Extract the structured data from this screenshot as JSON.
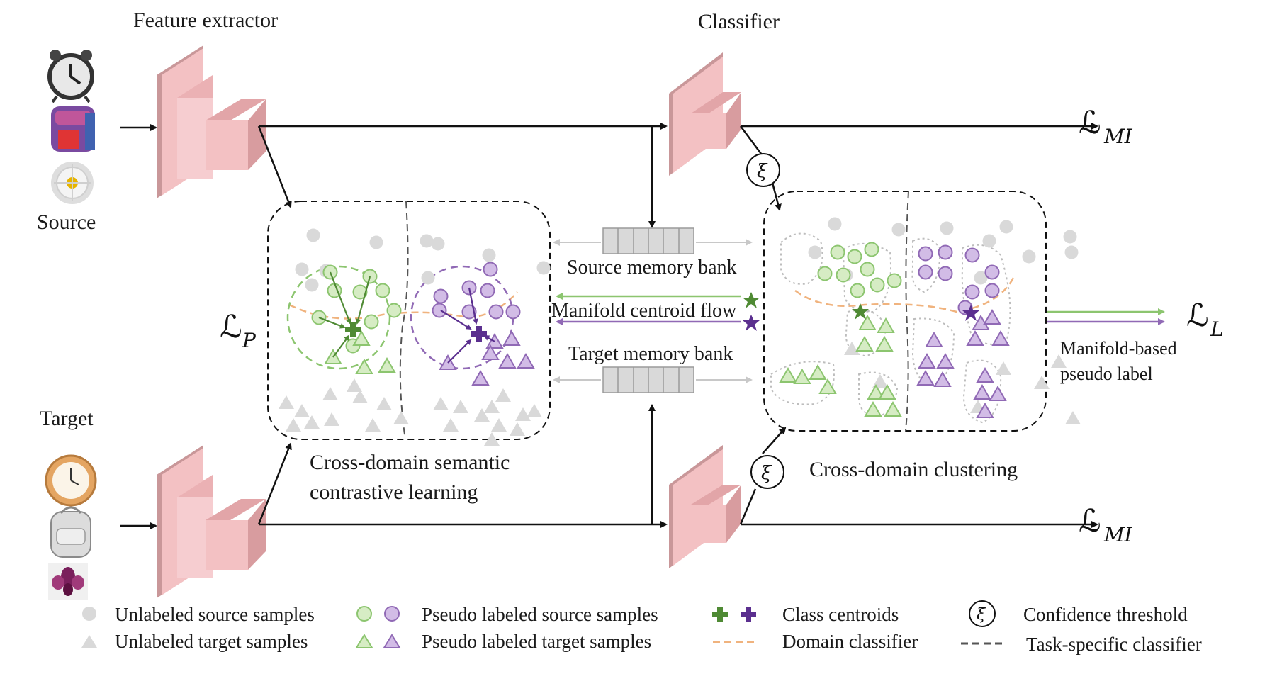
{
  "labels": {
    "feature_extractor": "Feature extractor",
    "classifier": "Classifier",
    "source": "Source",
    "target": "Target",
    "source_memory_bank": "Source memory bank",
    "target_memory_bank": "Target memory bank",
    "manifold_centroid_flow": "Manifold centroid flow",
    "cdscl_line1": "Cross-domain semantic",
    "cdscl_line2": "contrastive learning",
    "cdc": "Cross-domain clustering",
    "manifold_label_line1": "Manifold-based",
    "manifold_label_line2": "pseudo label",
    "xi": "ξ"
  },
  "losses": {
    "l_mi_top": {
      "main": "ℒ",
      "sub": "MI"
    },
    "l_mi_bottom": {
      "main": "ℒ",
      "sub": "MI"
    },
    "l_p": {
      "main": "ℒ",
      "sub": "P"
    },
    "l_l": {
      "main": "ℒ",
      "sub": "L"
    }
  },
  "legend": {
    "unlabeled_source": "Unlabeled source samples",
    "unlabeled_target": "Unlabeled target samples",
    "pseudo_source": "Pseudo labeled source samples",
    "pseudo_target": "Pseudo labeled target samples",
    "class_centroids": "Class centroids",
    "domain_classifier": "Domain classifier",
    "confidence_threshold": "Confidence threshold",
    "task_classifier": "Task-specific classifier"
  },
  "colors": {
    "green_fill": "#d6ecc4",
    "green_stroke": "#8cc56f",
    "green_dark": "#4f8a34",
    "purple_fill": "#d2bce6",
    "purple_stroke": "#9069b5",
    "purple_dark": "#5b2f8f",
    "gray": "#d9d9d9",
    "orange": "#f0b37e",
    "network_pink": "#f3c1c3",
    "network_dark": "#c99799"
  }
}
